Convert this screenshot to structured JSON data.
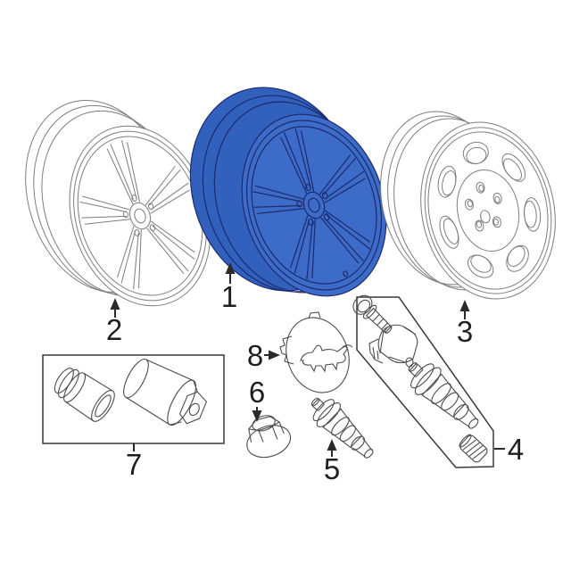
{
  "diagram": {
    "title": "Wheel and wheel hardware parts diagram",
    "background": "#ffffff",
    "colors": {
      "highlight_fill": "#3d6cc8",
      "highlight_fill_dark": "#3261bd",
      "highlight_line": "#1b2a6e",
      "lineart_gray": "#7d7d7d",
      "part_line": "#4c4c4c",
      "label_color": "#1f1f1f"
    },
    "parts": [
      {
        "label": "1",
        "name": "alloy-wheel-highlighted"
      },
      {
        "label": "2",
        "name": "alloy-wheel-alternate"
      },
      {
        "label": "3",
        "name": "compact-spare-wheel"
      },
      {
        "label": "4",
        "name": "tpms-sensor-kit-box"
      },
      {
        "label": "5",
        "name": "valve-stem"
      },
      {
        "label": "6",
        "name": "wheel-lug-nut"
      },
      {
        "label": "7",
        "name": "wheel-lock-kit-box"
      },
      {
        "label": "8",
        "name": "wheel-center-cap"
      }
    ]
  }
}
